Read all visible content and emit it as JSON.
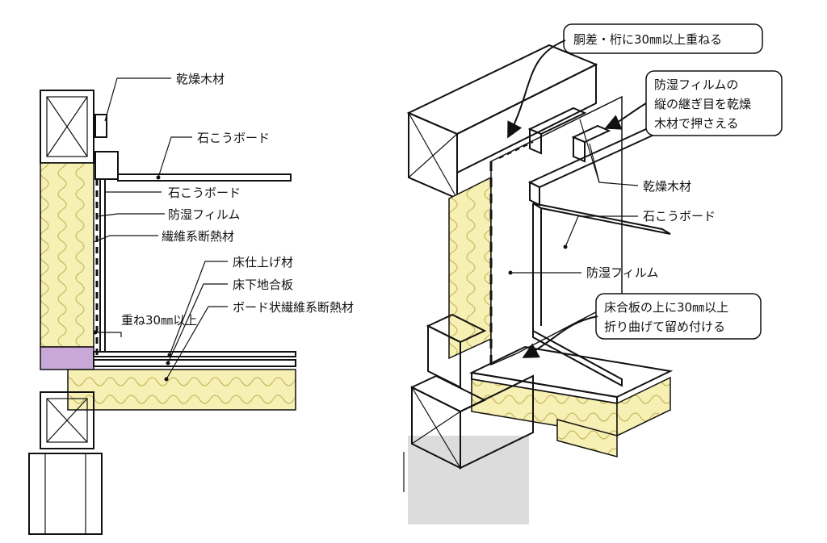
{
  "colors": {
    "insulation": "#f7f0b4",
    "insulation_line": "#c8b860",
    "purple": "#c9a8d8",
    "ink": "#111111",
    "floor_under": "#dcdcdc"
  },
  "left": {
    "labels": {
      "dry_timber": "乾燥木材",
      "gypsum_board_1": "石こうボード",
      "gypsum_board_2": "石こうボード",
      "vapor_film": "防湿フィルム",
      "fiber_insulation": "繊維系断熱材",
      "floor_finish": "床仕上げ材",
      "subfloor_plywood": "床下地合板",
      "board_insulation": "ボード状繊維系断熱材",
      "overlap": "重ね30㎜以上"
    }
  },
  "right": {
    "labels": {
      "dry_timber": "乾燥木材",
      "gypsum_board": "石こうボード",
      "vapor_film": "防湿フィルム"
    },
    "callouts": {
      "top": "胴差・桁に30㎜以上重ねる",
      "seam_line1": "防湿フィルムの",
      "seam_line2": "縦の継ぎ目を乾燥",
      "seam_line3": "木材で押さえる",
      "floor_line1": "床合板の上に30㎜以上",
      "floor_line2": "折り曲げて留め付ける"
    }
  }
}
